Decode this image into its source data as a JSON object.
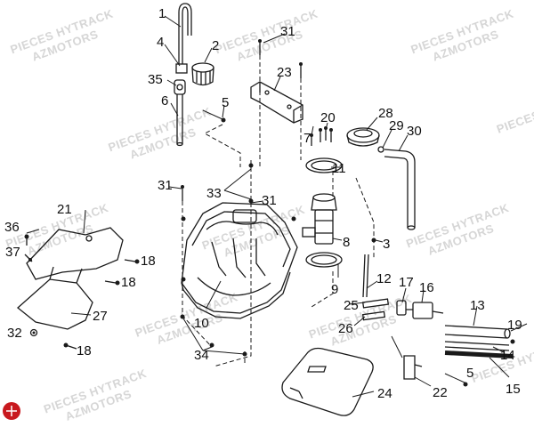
{
  "watermark": {
    "line1": "PIECES HYTRACK",
    "line2": "AZMOTORS"
  },
  "colors": {
    "ink": "#1a1a1a",
    "watermark": "#d6d6d6",
    "logo": "#c8191e"
  },
  "logo_icon": "red-shield-logo-icon",
  "callouts": {
    "c1": "1",
    "c2": "2",
    "c3": "3",
    "c4": "4",
    "c5": "5",
    "c5b": "5",
    "c6": "6",
    "c7": "7",
    "c8": "8",
    "c9": "9",
    "c10": "10",
    "c11": "11",
    "c12": "12",
    "c13": "13",
    "c14": "14",
    "c15": "15",
    "c16": "16",
    "c17": "17",
    "c18a": "18",
    "c18b": "18",
    "c18c": "18",
    "c19": "19",
    "c20": "20",
    "c21": "21",
    "c22": "22",
    "c23": "23",
    "c24": "24",
    "c25": "25",
    "c26": "26",
    "c27": "27",
    "c28": "28",
    "c29": "29",
    "c30": "30",
    "c31a": "31",
    "c31b": "31",
    "c31c": "31",
    "c32": "32",
    "c33": "33",
    "c34": "34",
    "c35": "35",
    "c36": "36",
    "c37": "37"
  }
}
